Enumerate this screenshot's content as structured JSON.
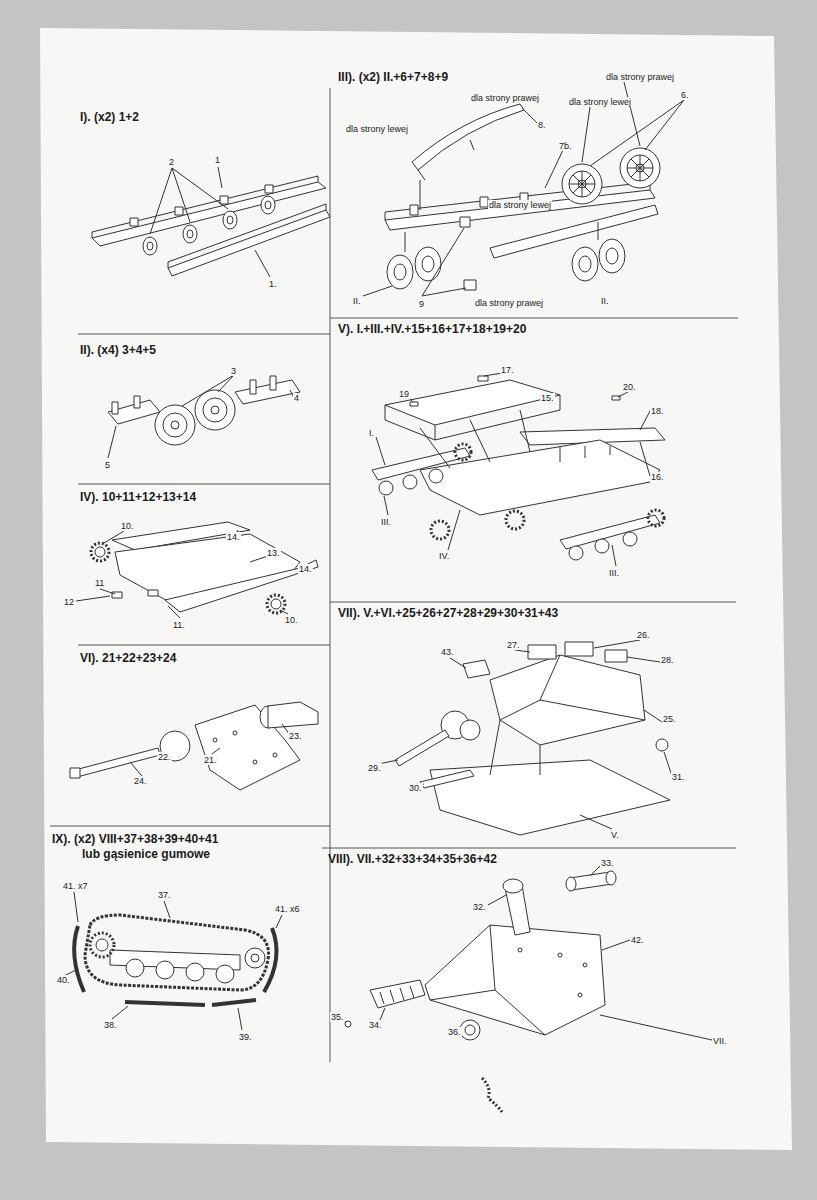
{
  "diagram": {
    "nodes": [
      {
        "text": [
          "I). (x2) 1+2"
        ]
      },
      {
        "text": [
          "III). (x2) II.+6+7+8+9"
        ]
      },
      {
        "text": [
          "II). (x4) 3+4+5"
        ]
      },
      {
        "text": [
          "V). I.+III.+IV.+15+16+17+18+19+20"
        ]
      },
      {
        "text": [
          "IV). 10+11+12+13+14"
        ]
      },
      {
        "text": [
          "VII). V.+VI.+25+26+27+28+29+30+31+43"
        ]
      },
      {
        "text": [
          "VI). 21+22+23+24"
        ]
      },
      {
        "text": [
          "IX). (x2) VIII+37+38+39+40+41",
          "lub gąsienice gumowe"
        ]
      },
      {
        "text": [
          "VIII). VII.+32+33+34+35+36+42"
        ]
      }
    ],
    "labels": [
      "1",
      "2",
      "1.",
      "dla strony prawej",
      "dla strony lewej",
      "8.",
      "dla strony prawej",
      "dla strony lewej",
      "6.",
      "7b.",
      "dla strony lewej",
      "II.",
      "9",
      "dla strony prawej",
      "II.",
      "3",
      "4",
      "5",
      "17.",
      "15.",
      "19",
      "20.",
      "18.",
      "16.",
      "I.",
      "III.",
      "IV.",
      "III.",
      "10.",
      "14.",
      "13.",
      "11",
      "12",
      "11.",
      "14.",
      "10.",
      "43.",
      "27.",
      "26.",
      "28.",
      "25.",
      "29.",
      "30.",
      "31.",
      "V.",
      "21.",
      "22.",
      "23.",
      "24.",
      "41. x7",
      "37.",
      "41. x6",
      "40.",
      "38.",
      "39.",
      "33.",
      "32.",
      "42.",
      "35.",
      "34.",
      "36.",
      "VII."
    ]
  }
}
